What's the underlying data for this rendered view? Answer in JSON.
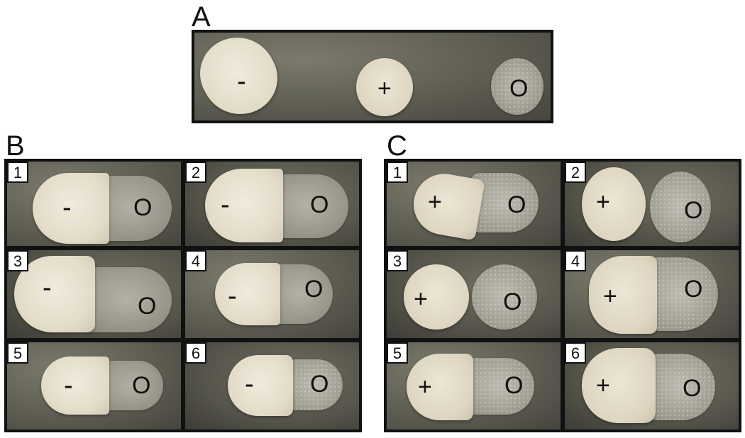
{
  "panels": {
    "a": {
      "letter": "A",
      "neg": "-",
      "pos": "+",
      "zero": "O"
    },
    "b": {
      "letter": "B",
      "cells": [
        {
          "num": "1",
          "neg": "-",
          "zero": "O"
        },
        {
          "num": "2",
          "neg": "-",
          "zero": "O"
        },
        {
          "num": "3",
          "neg": "-",
          "zero": "O"
        },
        {
          "num": "4",
          "neg": "-",
          "zero": "O"
        },
        {
          "num": "5",
          "neg": "-",
          "zero": "O"
        },
        {
          "num": "6",
          "neg": "-",
          "zero": "O"
        }
      ]
    },
    "c": {
      "letter": "C",
      "cells": [
        {
          "num": "1",
          "pos": "+",
          "zero": "O"
        },
        {
          "num": "2",
          "pos": "+",
          "zero": "O"
        },
        {
          "num": "3",
          "pos": "+",
          "zero": "O"
        },
        {
          "num": "4",
          "pos": "+",
          "zero": "O"
        },
        {
          "num": "5",
          "pos": "+",
          "zero": "O"
        },
        {
          "num": "6",
          "pos": "+",
          "zero": "O"
        }
      ]
    }
  },
  "colors": {
    "frame": "#111111",
    "background": "#ffffff",
    "sample_light": "#e6dfcc"
  }
}
